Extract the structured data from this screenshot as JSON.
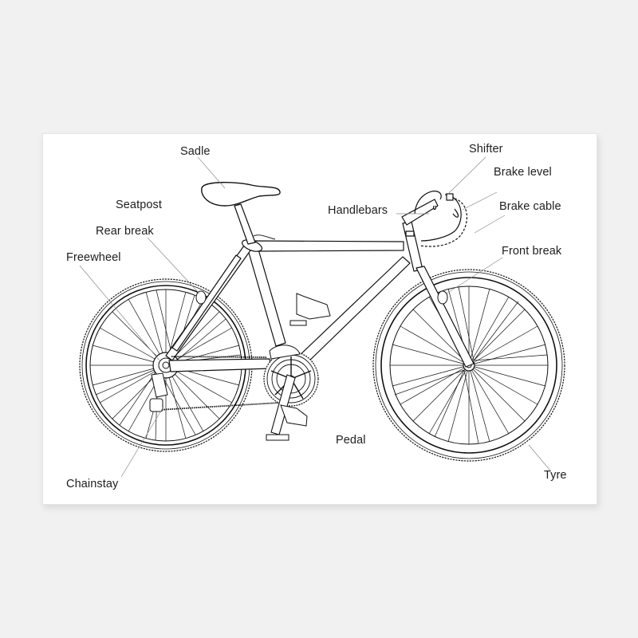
{
  "diagram": {
    "subject": "Bicycle anatomy",
    "background_color": "#f1f1f1",
    "panel_color": "#ffffff",
    "line_color": "#111111",
    "leader_color": "#8a8a8a",
    "labels": {
      "sadle": "Sadle",
      "seatpost": "Seatpost",
      "rear_break": "Rear break",
      "freewheel": "Freewheel",
      "chainstay": "Chainstay",
      "pedal": "Pedal",
      "handlebars": "Handlebars",
      "shifter": "Shifter",
      "brake_level": "Brake level",
      "brake_cable": "Brake cable",
      "front_break": "Front break",
      "tyre": "Tyre"
    }
  }
}
